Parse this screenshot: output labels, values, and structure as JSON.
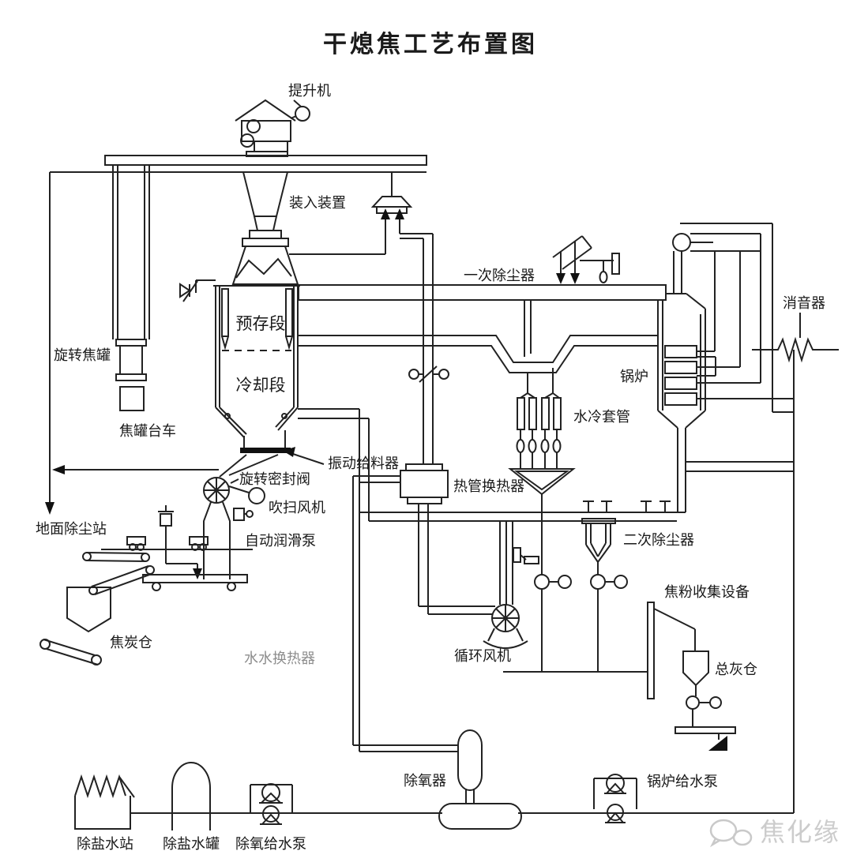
{
  "title": "干熄焦工艺布置图",
  "watermark": {
    "name": "焦化缘",
    "icon": "wechat-icon"
  },
  "labels": {
    "hoist": "提升机",
    "charging_device": "装入装置",
    "primary_dust_collector": "一次除尘器",
    "muffler": "消音器",
    "pre_storage_section": "预存段",
    "cooling_section": "冷却段",
    "rotating_coke_tank": "旋转焦罐",
    "coke_tank_trolley": "焦罐台车",
    "boiler": "锅炉",
    "water_cooled_jacket": "水冷套管",
    "vibrating_feeder": "振动给料器",
    "rotary_seal_valve": "旋转密封阀",
    "purge_fan": "吹扫风机",
    "ground_dust_station": "地面除尘站",
    "auto_lubrication_pump": "自动润滑泵",
    "heat_pipe_exchanger": "热管换热器",
    "secondary_dust_collector": "二次除尘器",
    "coke_powder_collector": "焦粉收集设备",
    "coke_bin": "焦炭仓",
    "water_water_exchanger": "水水换热器",
    "circulation_fan": "循环风机",
    "ash_bin": "总灰仓",
    "deaerator": "除氧器",
    "boiler_feed_pump": "锅炉给水泵",
    "demin_water_station": "除盐水站",
    "demin_water_tank": "除盐水罐",
    "deaerated_feed_pump": "除氧给水泵"
  }
}
